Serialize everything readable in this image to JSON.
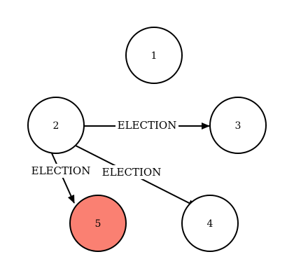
{
  "diagram": {
    "nodes": [
      {
        "id": "1",
        "label": "1",
        "fill": "#ffffff"
      },
      {
        "id": "2",
        "label": "2",
        "fill": "#ffffff"
      },
      {
        "id": "3",
        "label": "3",
        "fill": "#ffffff"
      },
      {
        "id": "4",
        "label": "4",
        "fill": "#ffffff"
      },
      {
        "id": "5",
        "label": "5",
        "fill": "#fa8072"
      }
    ],
    "edges": [
      {
        "from": "2",
        "to": "3",
        "label": "ELECTION"
      },
      {
        "from": "2",
        "to": "5",
        "label": "ELECTION"
      },
      {
        "from": "2",
        "to": "4",
        "label": "ELECTION"
      }
    ],
    "colors": {
      "stroke": "#000000",
      "highlight": "#fa8072",
      "background": "#ffffff"
    }
  }
}
